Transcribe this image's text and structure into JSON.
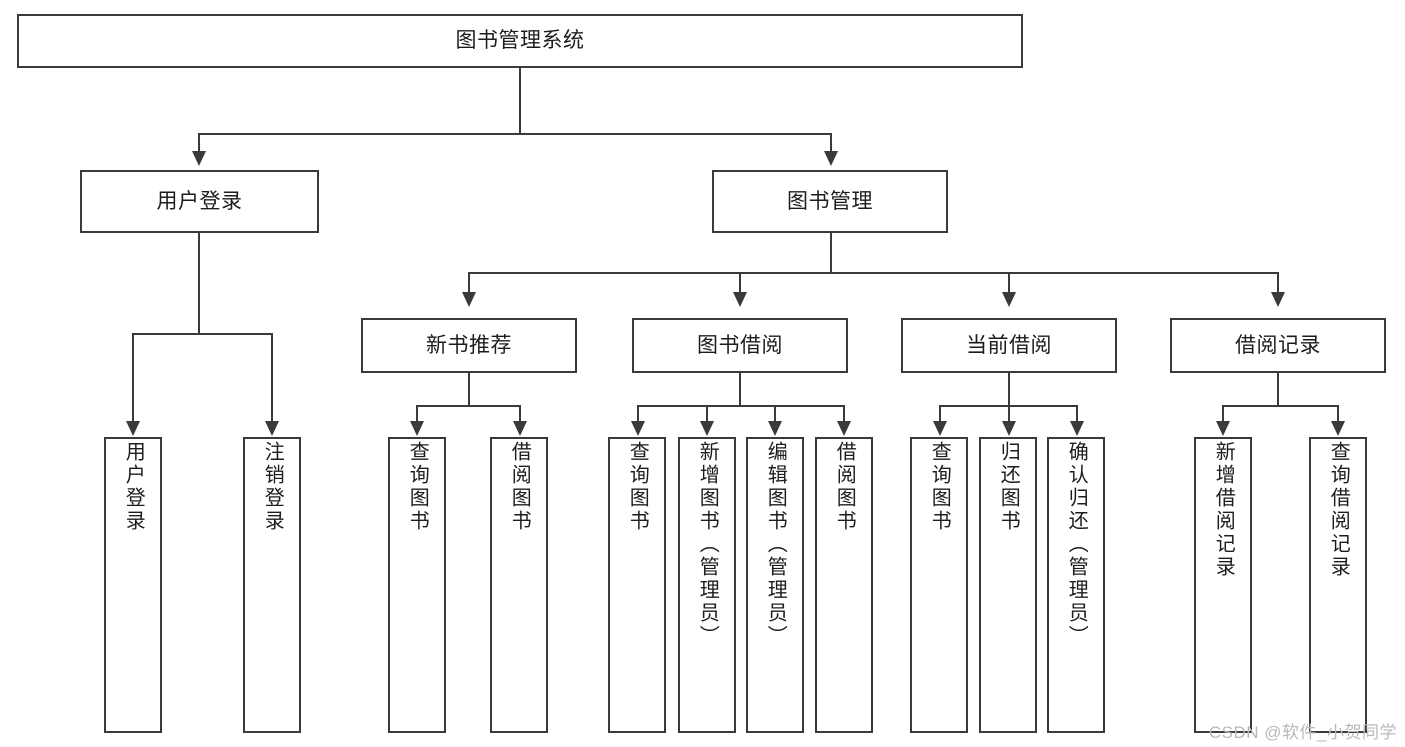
{
  "diagram": {
    "title": "图书管理系统",
    "type": "功能结构图",
    "root": {
      "label": "图书管理系统"
    },
    "level2": [
      {
        "label": "用户登录"
      },
      {
        "label": "图书管理"
      }
    ],
    "level3": [
      {
        "label": "新书推荐"
      },
      {
        "label": "图书借阅"
      },
      {
        "label": "当前借阅"
      },
      {
        "label": "借阅记录"
      }
    ],
    "leaves": {
      "user_login": [
        {
          "label": "用户登录"
        },
        {
          "label": "注销登录"
        }
      ],
      "new_book": [
        {
          "label": "查询图书"
        },
        {
          "label": "借阅图书"
        }
      ],
      "book_borrow": [
        {
          "label": "查询图书"
        },
        {
          "label": "新增图书（管理员）"
        },
        {
          "label": "编辑图书（管理员）"
        },
        {
          "label": "借阅图书"
        }
      ],
      "current_borrow": [
        {
          "label": "查询图书"
        },
        {
          "label": "归还图书"
        },
        {
          "label": "确认归还（管理员）"
        }
      ],
      "borrow_record": [
        {
          "label": "新增借阅记录"
        },
        {
          "label": "查询借阅记录"
        }
      ]
    }
  },
  "watermark": {
    "text": "CSDN @软件_小贺同学"
  },
  "colors": {
    "stroke": "#3a3a3a",
    "background": "#ffffff",
    "text": "#1d1d1d",
    "watermark": "#b9b9b9"
  }
}
